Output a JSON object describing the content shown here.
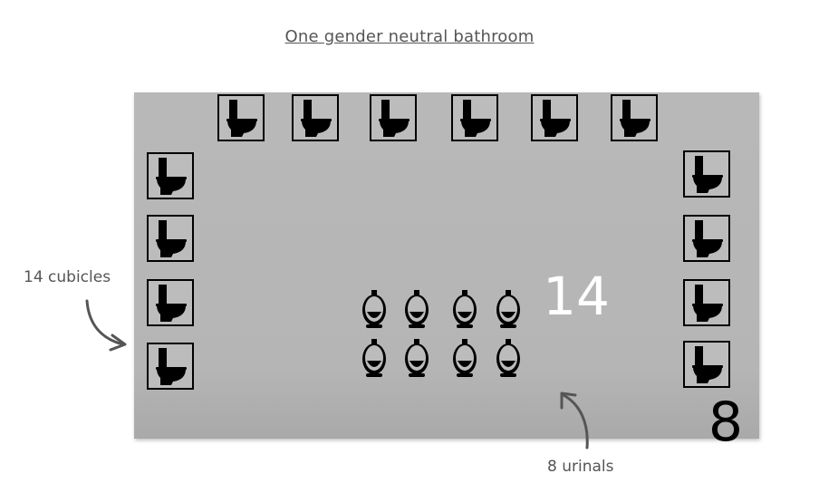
{
  "title": "One gender neutral bathroom",
  "counts": {
    "cubicles": "14",
    "urinals": "8"
  },
  "annotations": {
    "cubicles": "14 cubicles",
    "urinals": "8 urinals"
  },
  "icons": {
    "cubicle": "toilet-icon",
    "urinal": "urinal-icon",
    "arrow": "curved-arrow-icon"
  },
  "colors": {
    "room": "#b8b8b8",
    "icon": "#000000",
    "annotation": "#555555",
    "cubicle_count": "#ffffff"
  }
}
